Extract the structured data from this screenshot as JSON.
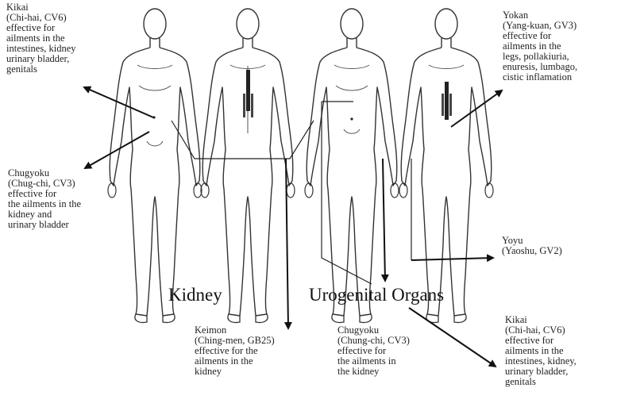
{
  "labels": {
    "kikai_top": "Kikai\n(Chi-hai, CV6)\neffective for\nailments in the\nintestines, kidney\nurinary bladder,\ngenitals",
    "chugyoku_left": "Chugyoku\n(Chug-chi, CV3)\neffective for\nthe ailments in the\nkidney and\nurinary bladder",
    "yokan": "Yokan\n(Yang-kuan, GV3)\neffective for\nailments in the\nlegs, pollakiuria,\nenuresis, lumbago,\ncistic inflamation",
    "yoyu": "Yoyu\n(Yaoshu, GV2)",
    "keimon": "Keimon\n(Ching-men, GB25)\neffective for the\nailments in the\nkidney",
    "chugyoku_bottom": "Chugyoku\n(Chung-chi, CV3)\neffective for\nthe ailments in\nthe kidney",
    "kikai_bottom": "Kikai\n(Chi-hai, CV6)\neffective for\nailments in the\nintestines, kidney,\nurinary bladder,\ngenitals"
  },
  "headings": {
    "kidney": "Kidney",
    "urogenital": "Urogenital Organs"
  },
  "figures": [
    "front-figure",
    "back-figure",
    "front-figure",
    "back-figure"
  ]
}
